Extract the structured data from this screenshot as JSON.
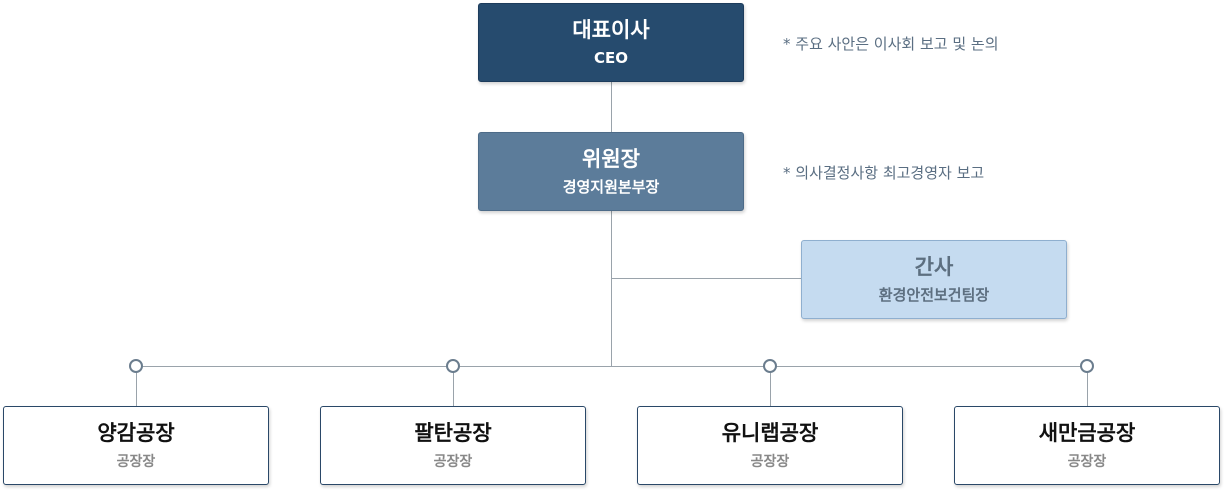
{
  "ceo": {
    "title": "대표이사",
    "subtitle": "CEO"
  },
  "chairman": {
    "title": "위원장",
    "subtitle": "경영지원본부장"
  },
  "secretary": {
    "title": "간사",
    "subtitle": "환경안전보건팀장"
  },
  "notes": {
    "ceo_note": "* 주요 사안은 이사회 보고 및 논의",
    "chair_note": "* 의사결정사항 최고경영자 보고"
  },
  "plants": [
    {
      "title": "양감공장",
      "subtitle": "공장장"
    },
    {
      "title": "팔탄공장",
      "subtitle": "공장장"
    },
    {
      "title": "유니랩공장",
      "subtitle": "공장장"
    },
    {
      "title": "새만금공장",
      "subtitle": "공장장"
    }
  ],
  "colors": {
    "ceo_fill": "#264b6e",
    "chair_fill": "#5c7c9a",
    "secretary_fill": "#c5dbf0",
    "plant_border": "#2a4868",
    "connector": "#9aa3ab"
  }
}
